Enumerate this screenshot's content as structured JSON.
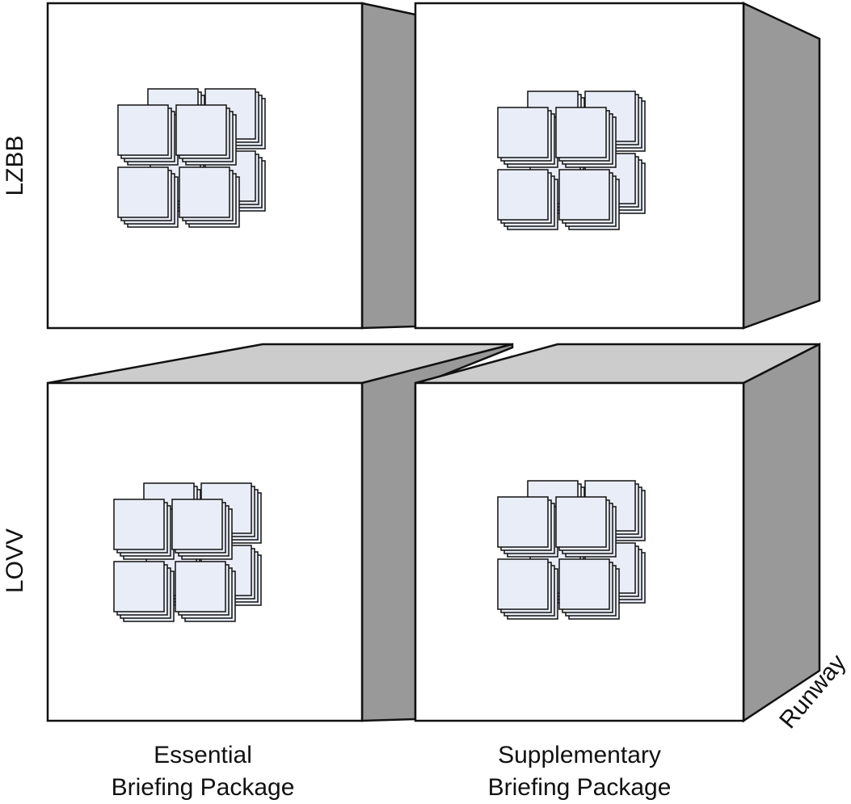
{
  "row_labels": {
    "top": "LZBB",
    "bottom": "LOVV"
  },
  "column_labels": {
    "left": {
      "line1": "Essential",
      "line2": "Briefing Package"
    },
    "right": {
      "line1": "Supplementary",
      "line2": "Briefing Package"
    }
  },
  "depth_label": "Runway",
  "colors": {
    "front_face": "#ffffff",
    "side_face": "#999999",
    "top_face": "#cccccc",
    "tile_fill": "#e9edf7",
    "stroke": "#111111"
  },
  "cells": [
    {
      "name": "cell-lzbb-essential",
      "row": "top",
      "col": "left"
    },
    {
      "name": "cell-lzbb-supplementary",
      "row": "top",
      "col": "right"
    },
    {
      "name": "cell-lovv-essential",
      "row": "bottom",
      "col": "left"
    },
    {
      "name": "cell-lovv-supplementary",
      "row": "bottom",
      "col": "right"
    }
  ]
}
